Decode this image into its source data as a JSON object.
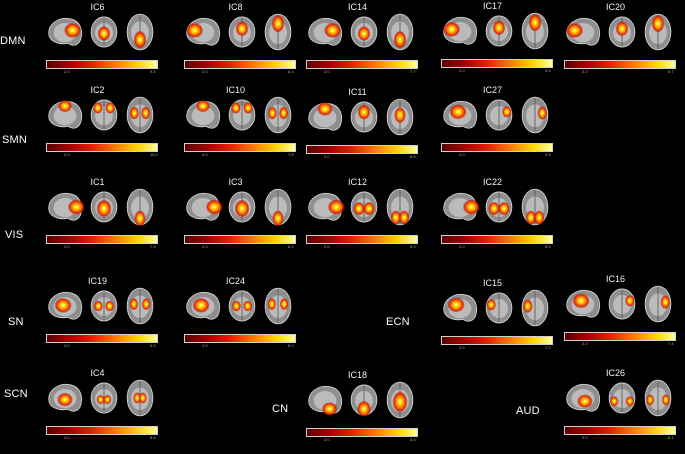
{
  "networks": [
    {
      "label": "DMN",
      "components": [
        {
          "ic": "IC6",
          "scale_min": "2.0",
          "scale_max": "9.3",
          "blob": "posterior-medial"
        },
        {
          "ic": "IC8",
          "scale_min": "2.0",
          "scale_max": "6.1",
          "blob": "anterior-medial"
        },
        {
          "ic": "IC14",
          "scale_min": "2.0",
          "scale_max": "7.7",
          "blob": "posterior-medial"
        },
        {
          "ic": "IC17",
          "scale_min": "2.0",
          "scale_max": "6.5",
          "blob": "anterior-medial"
        },
        {
          "ic": "IC20",
          "scale_min": "2.0",
          "scale_max": "6.7",
          "blob": "anterior-medial"
        }
      ]
    },
    {
      "label": "SMN",
      "components": [
        {
          "ic": "IC2",
          "scale_min": "2.0",
          "scale_max": "10.2",
          "blob": "bilateral-superior"
        },
        {
          "ic": "IC10",
          "scale_min": "2.0",
          "scale_max": "7.5",
          "blob": "bilateral-superior"
        },
        {
          "ic": "IC11",
          "scale_min": "2.0",
          "scale_max": "6.6",
          "blob": "medial-superior"
        },
        {
          "ic": "IC27",
          "scale_min": "2.0",
          "scale_max": "4.9",
          "blob": "lateral-right"
        }
      ]
    },
    {
      "label": "VIS",
      "components": [
        {
          "ic": "IC1",
          "scale_min": "2.0",
          "scale_max": "7.5",
          "blob": "occipital"
        },
        {
          "ic": "IC3",
          "scale_min": "2.0",
          "scale_max": "6.2",
          "blob": "occipital"
        },
        {
          "ic": "IC12",
          "scale_min": "2.0",
          "scale_max": "6.0",
          "blob": "occipital-bilateral"
        },
        {
          "ic": "IC22",
          "scale_min": "2.0",
          "scale_max": "6.2",
          "blob": "occipital-bilateral"
        }
      ]
    },
    {
      "label": "SN",
      "components": [
        {
          "ic": "IC19",
          "scale_min": "2.0",
          "scale_max": "6.9",
          "blob": "insular"
        },
        {
          "ic": "IC24",
          "scale_min": "2.0",
          "scale_max": "6.0",
          "blob": "insular"
        }
      ]
    },
    {
      "label": "ECN",
      "components": [
        {
          "ic": "IC15",
          "scale_min": "2.0",
          "scale_max": "7.2",
          "blob": "lateral-left"
        },
        {
          "ic": "IC16",
          "scale_min": "2.0",
          "scale_max": "7.4",
          "blob": "lateral-right"
        }
      ]
    },
    {
      "label": "SCN",
      "components": [
        {
          "ic": "IC4",
          "scale_min": "2.0",
          "scale_max": "8.5",
          "blob": "subcortical"
        }
      ]
    },
    {
      "label": "CN",
      "components": [
        {
          "ic": "IC18",
          "scale_min": "2.0",
          "scale_max": "5.5",
          "blob": "cerebellar"
        }
      ]
    },
    {
      "label": "AUD",
      "components": [
        {
          "ic": "IC26",
          "scale_min": "2.0",
          "scale_max": "6.1",
          "blob": "temporal"
        }
      ]
    }
  ],
  "colormap": [
    "#5b0000",
    "#a40000",
    "#e01f00",
    "#ff7a00",
    "#ffd200",
    "#ffff9e"
  ]
}
